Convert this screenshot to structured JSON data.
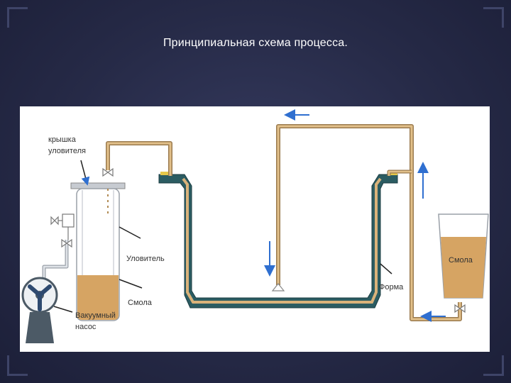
{
  "slide": {
    "title": "Принципиальная схема процесса."
  },
  "diagram": {
    "labels": {
      "trap_lid_line1": "крышка",
      "trap_lid_line2": "уловителя",
      "trap": "Уловитель",
      "resin_trap": "Смола",
      "vacuum_pump_line1": "Вакуумный",
      "vacuum_pump_line2": "насос",
      "mold": "Форма",
      "resin_container": "Смола"
    },
    "colors": {
      "background": "#2a2e4d",
      "hose": "#d9b27a",
      "hose_edge": "#9a7a4e",
      "mold": "#2b5c62",
      "resin": "#d6a463",
      "arrow": "#2f6fd0"
    }
  }
}
